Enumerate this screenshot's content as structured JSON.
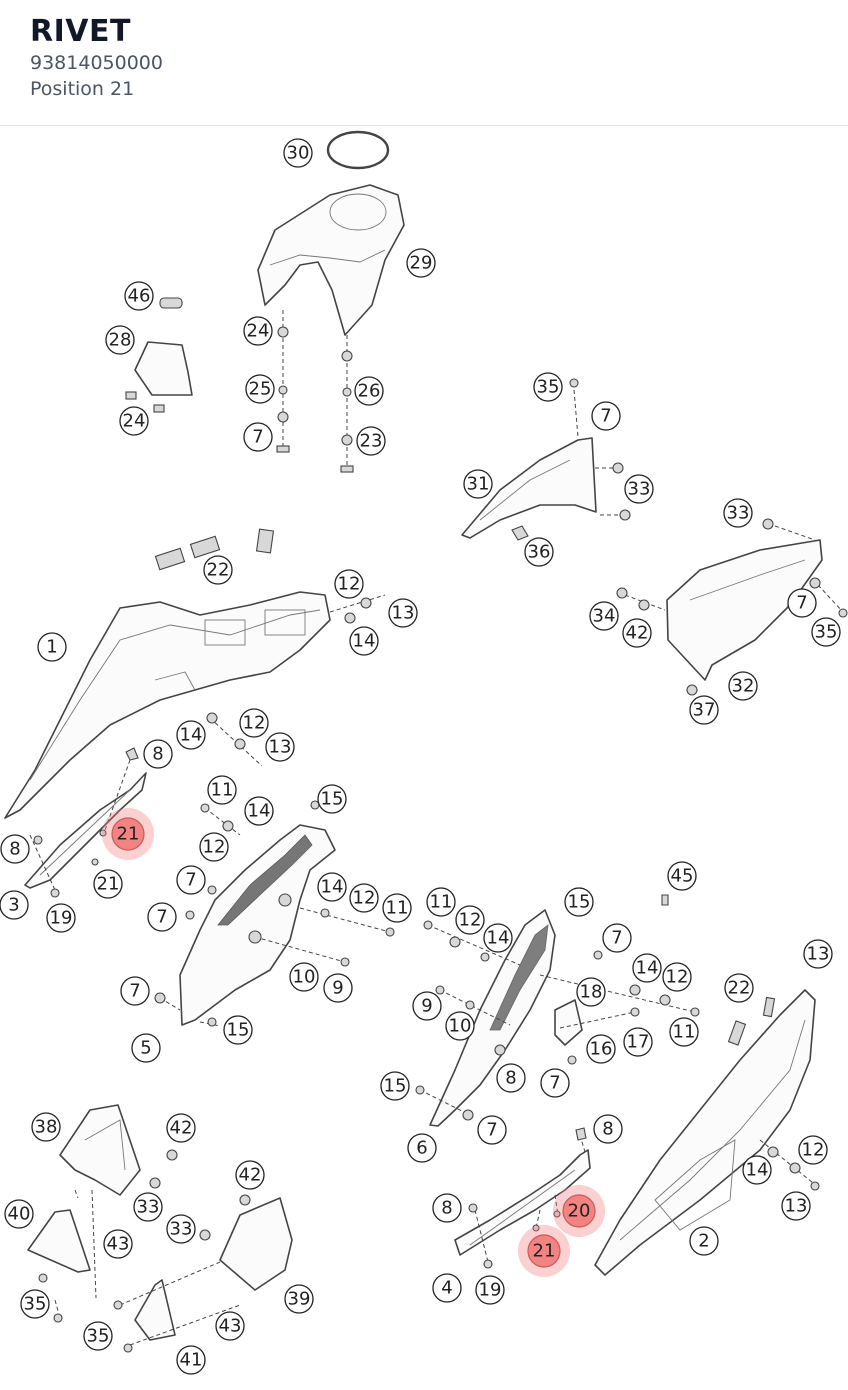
{
  "header": {
    "title": "RIVET",
    "part_number": "93814050000",
    "position": "Position 21"
  },
  "callouts": [
    {
      "label": "30",
      "hl": false
    },
    {
      "label": "29",
      "hl": false
    },
    {
      "label": "46",
      "hl": false
    },
    {
      "label": "28",
      "hl": false
    },
    {
      "label": "24",
      "hl": false
    },
    {
      "label": "24",
      "hl": false
    },
    {
      "label": "25",
      "hl": false
    },
    {
      "label": "26",
      "hl": false
    },
    {
      "label": "7",
      "hl": false
    },
    {
      "label": "23",
      "hl": false
    },
    {
      "label": "35",
      "hl": false
    },
    {
      "label": "7",
      "hl": false
    },
    {
      "label": "31",
      "hl": false
    },
    {
      "label": "33",
      "hl": false
    },
    {
      "label": "36",
      "hl": false
    },
    {
      "label": "33",
      "hl": false
    },
    {
      "label": "22",
      "hl": false
    },
    {
      "label": "12",
      "hl": false
    },
    {
      "label": "13",
      "hl": false
    },
    {
      "label": "1",
      "hl": false
    },
    {
      "label": "14",
      "hl": false
    },
    {
      "label": "34",
      "hl": false
    },
    {
      "label": "42",
      "hl": false
    },
    {
      "label": "7",
      "hl": false
    },
    {
      "label": "35",
      "hl": false
    },
    {
      "label": "32",
      "hl": false
    },
    {
      "label": "37",
      "hl": false
    },
    {
      "label": "12",
      "hl": false
    },
    {
      "label": "14",
      "hl": false
    },
    {
      "label": "13",
      "hl": false
    },
    {
      "label": "8",
      "hl": false
    },
    {
      "label": "11",
      "hl": false
    },
    {
      "label": "15",
      "hl": false
    },
    {
      "label": "14",
      "hl": false
    },
    {
      "label": "21",
      "hl": true
    },
    {
      "label": "12",
      "hl": false
    },
    {
      "label": "8",
      "hl": false
    },
    {
      "label": "21",
      "hl": false
    },
    {
      "label": "7",
      "hl": false
    },
    {
      "label": "3",
      "hl": false
    },
    {
      "label": "19",
      "hl": false
    },
    {
      "label": "7",
      "hl": false
    },
    {
      "label": "14",
      "hl": false
    },
    {
      "label": "12",
      "hl": false
    },
    {
      "label": "11",
      "hl": false
    },
    {
      "label": "45",
      "hl": false
    },
    {
      "label": "11",
      "hl": false
    },
    {
      "label": "15",
      "hl": false
    },
    {
      "label": "12",
      "hl": false
    },
    {
      "label": "14",
      "hl": false
    },
    {
      "label": "7",
      "hl": false
    },
    {
      "label": "13",
      "hl": false
    },
    {
      "label": "14",
      "hl": false
    },
    {
      "label": "12",
      "hl": false
    },
    {
      "label": "22",
      "hl": false
    },
    {
      "label": "7",
      "hl": false
    },
    {
      "label": "10",
      "hl": false
    },
    {
      "label": "9",
      "hl": false
    },
    {
      "label": "9",
      "hl": false
    },
    {
      "label": "10",
      "hl": false
    },
    {
      "label": "18",
      "hl": false
    },
    {
      "label": "11",
      "hl": false
    },
    {
      "label": "15",
      "hl": false
    },
    {
      "label": "16",
      "hl": false
    },
    {
      "label": "17",
      "hl": false
    },
    {
      "label": "5",
      "hl": false
    },
    {
      "label": "8",
      "hl": false
    },
    {
      "label": "7",
      "hl": false
    },
    {
      "label": "15",
      "hl": false
    },
    {
      "label": "7",
      "hl": false
    },
    {
      "label": "6",
      "hl": false
    },
    {
      "label": "38",
      "hl": false
    },
    {
      "label": "42",
      "hl": false
    },
    {
      "label": "8",
      "hl": false
    },
    {
      "label": "42",
      "hl": false
    },
    {
      "label": "12",
      "hl": false
    },
    {
      "label": "14",
      "hl": false
    },
    {
      "label": "33",
      "hl": false
    },
    {
      "label": "13",
      "hl": false
    },
    {
      "label": "40",
      "hl": false
    },
    {
      "label": "33",
      "hl": false
    },
    {
      "label": "8",
      "hl": false
    },
    {
      "label": "20",
      "hl": true
    },
    {
      "label": "43",
      "hl": false
    },
    {
      "label": "2",
      "hl": false
    },
    {
      "label": "21",
      "hl": true
    },
    {
      "label": "35",
      "hl": false
    },
    {
      "label": "39",
      "hl": false
    },
    {
      "label": "4",
      "hl": false
    },
    {
      "label": "19",
      "hl": false
    },
    {
      "label": "43",
      "hl": false
    },
    {
      "label": "35",
      "hl": false
    },
    {
      "label": "41",
      "hl": false
    }
  ]
}
